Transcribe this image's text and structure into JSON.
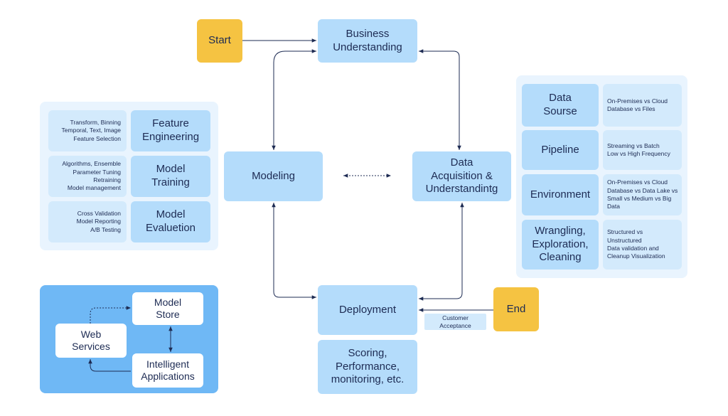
{
  "flow": {
    "start": "Start",
    "business": "Business\nUnderstanding",
    "modeling": "Modeling",
    "data_acq": "Data\nAcquisition &\nUnderstandintg",
    "deployment": "Deployment",
    "end": "End",
    "scoring": "Scoring,\nPerformance,\nmonitoring, etc.",
    "customer_acceptance": "Customer\nAcceptance"
  },
  "feature_panel": {
    "rows": [
      {
        "detail": "Transform, Binning\nTemporal, Text, Image\nFeature Selection",
        "title": "Feature\nEngineering"
      },
      {
        "detail": "Algorithms, Ensemble\nParameter Tuning\nRetraining\nModel management",
        "title": "Model\nTraining"
      },
      {
        "detail": "Cross Validation\nModel Reporting\nA/B Testing",
        "title": "Model\nEvaluetion"
      }
    ]
  },
  "data_panel": {
    "rows": [
      {
        "title": "Data\nSourse",
        "detail": "On-Premises vs Cloud\nDatabase vs Files"
      },
      {
        "title": "Pipeline",
        "detail": "Streaming vs Batch\nLow vs High Frequency"
      },
      {
        "title": "Environment",
        "detail": "On-Premises vs Cloud\nDatabase vs Data Lake vs\nSmall vs Medium vs Big\nData"
      },
      {
        "title": "Wrangling,\nExploration,\nCleaning",
        "detail": "Structured vs\nUnstructured\nData validation and\nCleanup Visualization"
      }
    ]
  },
  "deploy_panel": {
    "model_store": "Model\nStore",
    "web_services": "Web\nServices",
    "intelligent_apps": "Intelligent\nApplications"
  },
  "colors": {
    "box": "#b4dcfb",
    "terminal": "#f5c342",
    "panel": "#e9f4fe",
    "deploy_panel": "#6fb8f5",
    "arrow": "#1d2b53"
  }
}
